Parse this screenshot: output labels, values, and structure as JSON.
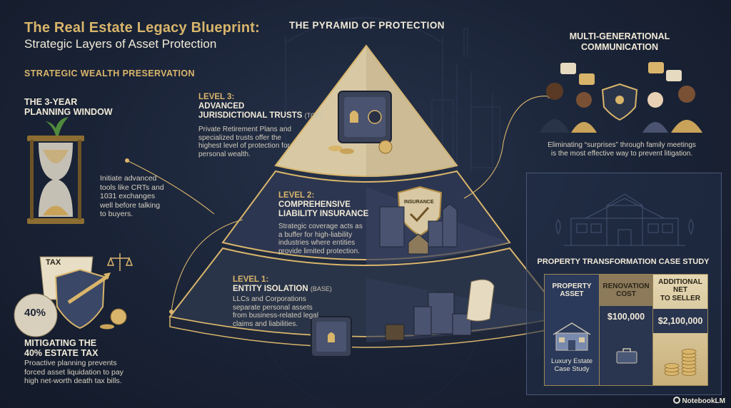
{
  "header": {
    "title": "The Real Estate Legacy Blueprint:",
    "subtitle": "Strategic Layers of Asset Protection",
    "section": "STRATEGIC WEALTH PRESERVATION",
    "pyramid_title": "THE PYRAMID OF PROTECTION"
  },
  "planning": {
    "heading_line1": "THE 3-YEAR",
    "heading_line2": "PLANNING WINDOW",
    "body_lines": [
      "Initiate advanced",
      "tools like CRTs and",
      "1031 exchanges",
      "well before talking",
      "to buyers."
    ]
  },
  "tax": {
    "badge": "TAX",
    "percent": "40%",
    "heading_line1": "MITIGATING THE",
    "heading_line2": "40% ESTATE TAX",
    "body_lines": [
      "Proactive planning prevents",
      "forced asset liquidation to pay",
      "high net-worth death tax bills."
    ]
  },
  "levels": [
    {
      "level": "LEVEL 3:",
      "name_line1": "ADVANCED",
      "name_line2": "JURISDICTIONAL TRUSTS",
      "tag": "(TOP)",
      "body_lines": [
        "Private Retirement Plans and",
        "specialized trusts offer the",
        "highest level of protection for",
        "personal wealth."
      ]
    },
    {
      "level": "LEVEL 2:",
      "name_line1": "COMPREHENSIVE",
      "name_line2": "LIABILITY INSURANCE",
      "shield_label": "INSURANCE",
      "body_lines": [
        "Strategic coverage acts as",
        "a buffer for high-liability",
        "industries where entities",
        "provide limited protection."
      ]
    },
    {
      "level": "LEVEL 1:",
      "name_line1": "ENTITY ISOLATION",
      "tag": "(BASE)",
      "body_lines": [
        "LLCs and Corporations",
        "separate personal assets",
        "from business-related legal",
        "claims and liabilities."
      ]
    }
  ],
  "communication": {
    "title_line1": "MULTI-GENERATIONAL",
    "title_line2": "COMMUNICATION",
    "body_line1": "Eliminating “surprises” through family meetings",
    "body_line2": "is the most effective way to prevent litigation."
  },
  "case_study": {
    "title": "PROPERTY TRANSFORMATION CASE STUDY",
    "columns": [
      {
        "header_line1": "PROPERTY",
        "header_line2": "ASSET",
        "header_line3": "",
        "value": "",
        "caption_line1": "Luxury Estate",
        "caption_line2": "Case Study"
      },
      {
        "header_line1": "RENOVATION",
        "header_line2": "COST",
        "header_line3": "",
        "value": "$100,000"
      },
      {
        "header_line1": "ADDITIONAL",
        "header_line2": "NET",
        "header_line3": "TO SELLER",
        "value": "$2,100,000"
      }
    ]
  },
  "brand": "NotebookLM",
  "colors": {
    "gold": "#d9b56b",
    "navy": "#1a2336",
    "cream": "#f1ead8"
  }
}
